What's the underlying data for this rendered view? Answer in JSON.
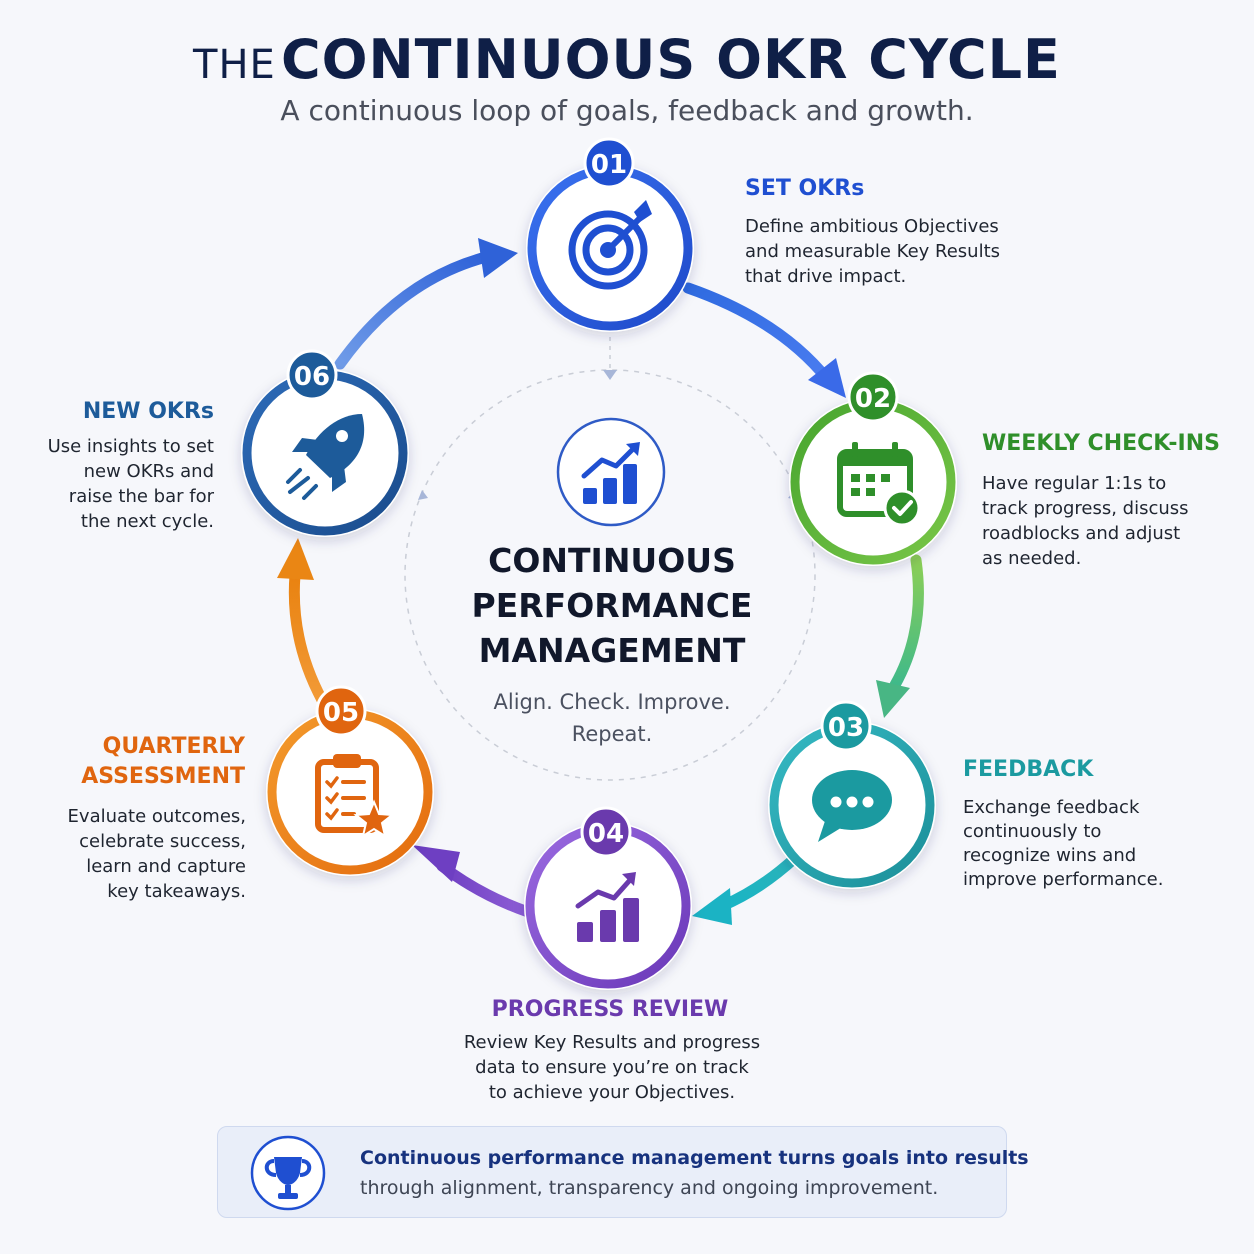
{
  "header": {
    "title_prefix": "THE",
    "title_main": "CONTINUOUS OKR CYCLE",
    "subtitle": "A continuous loop of goals, feedback and growth."
  },
  "center": {
    "title_lines": [
      "CONTINUOUS",
      "PERFORMANCE",
      "MANAGEMENT"
    ],
    "tagline_lines": [
      "Align. Check. Improve.",
      "Repeat."
    ],
    "icon": "growth-chart-icon"
  },
  "steps": [
    {
      "number": "01",
      "title": "SET OKRs",
      "icon": "target-icon",
      "color": "#1f4fd1",
      "description": [
        "Define ambitious Objectives",
        "and measurable Key Results",
        "that drive impact."
      ]
    },
    {
      "number": "02",
      "title": "WEEKLY CHECK-INS",
      "icon": "calendar-check-icon",
      "color": "#2f8f2a",
      "description": [
        "Have regular 1:1s to",
        "track progress, discuss",
        "roadblocks and adjust",
        "as needed."
      ]
    },
    {
      "number": "03",
      "title": "FEEDBACK",
      "icon": "chat-bubble-icon",
      "color": "#1b9aa0",
      "description": [
        "Exchange feedback",
        "continuously to",
        "recognize wins and",
        "improve performance."
      ]
    },
    {
      "number": "04",
      "title": "PROGRESS REVIEW",
      "icon": "bar-chart-icon",
      "color": "#6a3aad",
      "description": [
        "Review Key Results and progress",
        "data to ensure you’re on track",
        "to achieve your Objectives."
      ]
    },
    {
      "number": "05",
      "title_lines": [
        "QUARTERLY",
        "ASSESSMENT"
      ],
      "icon": "clipboard-star-icon",
      "color": "#e0650f",
      "description": [
        "Evaluate outcomes,",
        "celebrate success,",
        "learn and capture",
        "key takeaways."
      ]
    },
    {
      "number": "06",
      "title": "NEW OKRs",
      "icon": "rocket-icon",
      "color": "#1d5b9a",
      "description": [
        "Use insights to set",
        "new OKRs and",
        "raise the bar for",
        "the next cycle."
      ]
    }
  ],
  "banner": {
    "icon": "trophy-icon",
    "line1": "Continuous performance management turns goals into results",
    "line2": "through alignment, transparency and ongoing improvement."
  }
}
